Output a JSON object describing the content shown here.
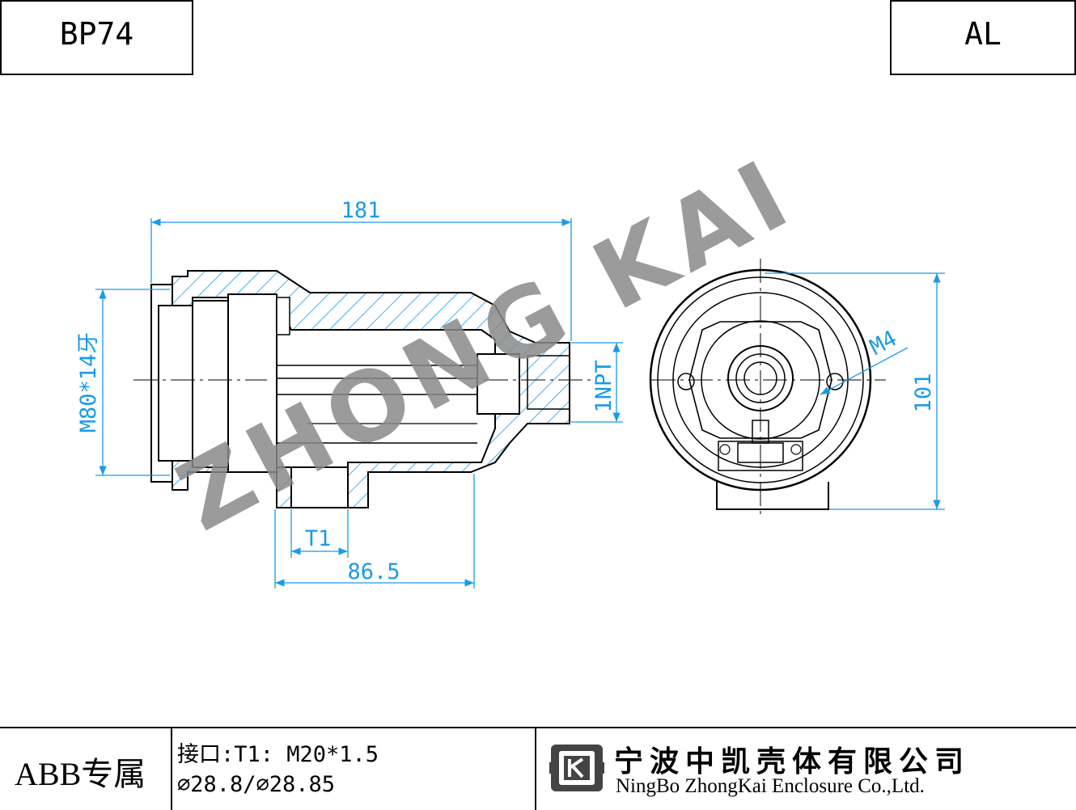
{
  "header": {
    "code": "BP74",
    "material": "AL"
  },
  "watermark": "ZHONG KAI",
  "dimensions": {
    "overall_length": "181",
    "thread_main": "M80*14牙",
    "port_label": "T1",
    "offset": "86.5",
    "npt": "1NPT",
    "screw": "M4",
    "height": "101"
  },
  "footer": {
    "owner": "ABB专属",
    "spec_line1": "接口:T1: M20*1.5",
    "spec_line2": "⌀28.8/⌀28.85",
    "company_cn": "宁波中凯壳体有限公司",
    "company_en": "NingBo ZhongKai Enclosure Co.,Ltd."
  },
  "colors": {
    "dimension": "#1a9be6",
    "outline": "#000000",
    "watermark": "#8a8a8a"
  }
}
